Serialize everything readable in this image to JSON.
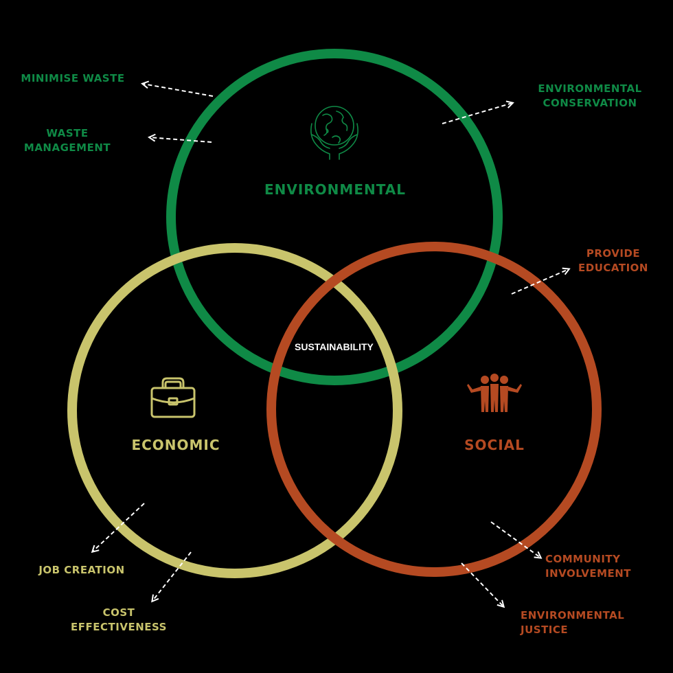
{
  "colors": {
    "background": "#000000",
    "environmental": "#0f8a46",
    "economic": "#c9c46c",
    "social": "#b54a22",
    "arrow": "#ffffff",
    "center_text": "#ffffff"
  },
  "diagram": {
    "center_label": "SUSTAINABILITY",
    "circles": [
      {
        "id": "environmental",
        "title": "ENVIRONMENTAL",
        "icon": "globe-in-hands-icon",
        "items": [
          "MINIMISE WASTE",
          "WASTE\nMANAGEMENT",
          "ENVIRONMENTAL\nCONSERVATION"
        ]
      },
      {
        "id": "economic",
        "title": "ECONOMIC",
        "icon": "briefcase-icon",
        "items": [
          "JOB CREATION",
          "COST\nEFFECTIVENESS"
        ]
      },
      {
        "id": "social",
        "title": "SOCIAL",
        "icon": "people-group-icon",
        "items": [
          "PROVIDE\nEDUCATION",
          "COMMUNITY\nINVOLVEMENT",
          "ENVIRONMENTAL\nJUSTICE"
        ]
      }
    ]
  }
}
